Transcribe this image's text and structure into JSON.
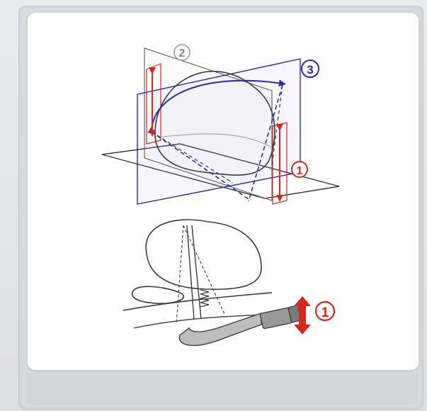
{
  "diagram": {
    "labels": {
      "upper_plane_two": "2",
      "upper_plane_three": "3",
      "upper_height_one": "1",
      "lower_adjust_one": "1"
    },
    "colors": {
      "background": "#e4e5ea",
      "card": "#ffffff",
      "line": "#3a3a3a",
      "blue_plane": "#2a2ab5",
      "red_accent": "#d8281e",
      "grey_label": "#8a8a8a"
    },
    "icons": [
      "seat-plane-diagram",
      "adjustment-arrow-icon",
      "seat-side-view"
    ]
  },
  "caption": ""
}
